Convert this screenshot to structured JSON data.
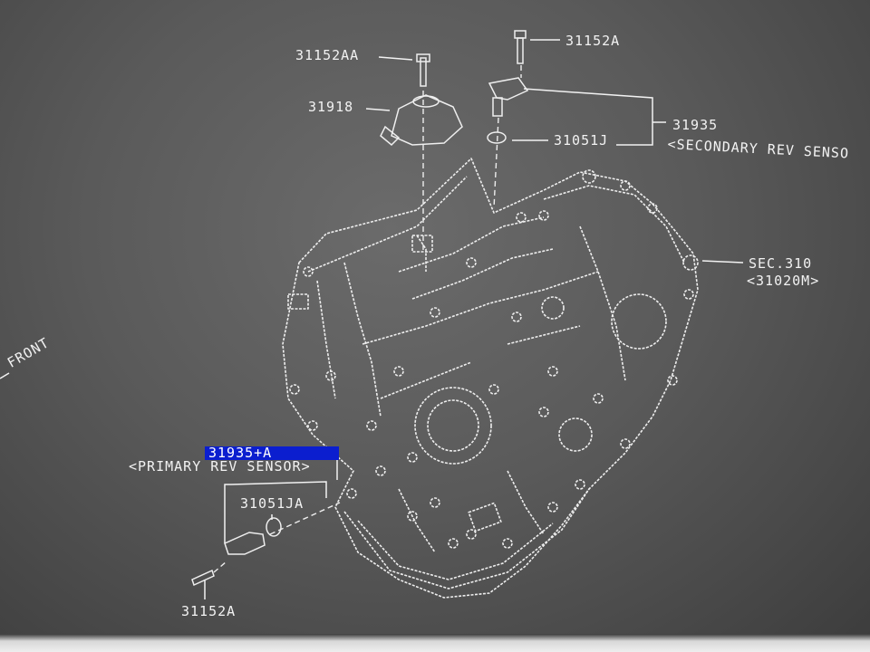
{
  "diagram": {
    "labels": {
      "bolt_top_left": "31152AA",
      "bolt_top_right": "31152A",
      "sensor_31918": "31918",
      "secondary_part": "31935",
      "secondary_desc": "<SECONDARY REV SENSO",
      "oring_top": "31051J",
      "sec_ref": "SEC.310",
      "sec_ref_sub": "<31020M>",
      "front": "FRONT",
      "primary_part": "31935+A",
      "primary_desc": "<PRIMARY REV SENSOR>",
      "oring_bottom": "31051JA",
      "bolt_bottom": "31152A"
    },
    "highlight_color": "#0b1ecf",
    "line_color": "#f0f0f0",
    "background_color": "#5a5a5a"
  }
}
